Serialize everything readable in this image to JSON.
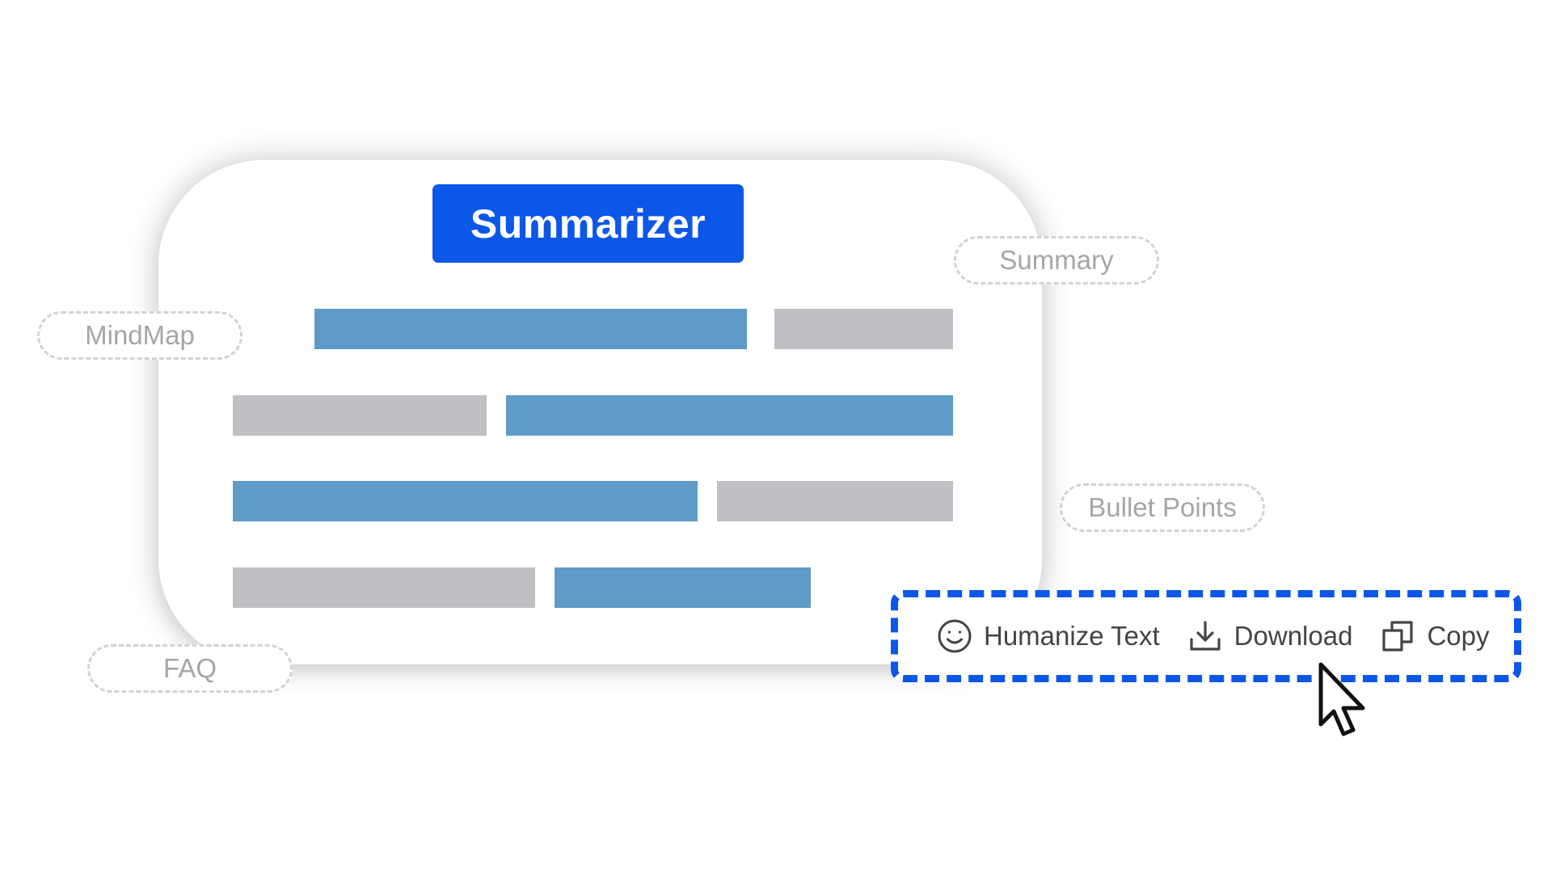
{
  "app": {
    "title": "Summarizer"
  },
  "modes": {
    "summary": "Summary",
    "mindmap": "MindMap",
    "bullet_points": "Bullet Points",
    "faq": "FAQ"
  },
  "actions": {
    "humanize": "Humanize Text",
    "download": "Download",
    "copy": "Copy"
  },
  "icons": {
    "humanize": "smiley-face-icon",
    "download": "download-icon",
    "copy": "copy-icon",
    "cursor": "mouse-pointer-icon"
  },
  "colors": {
    "accent": "#0d57e8",
    "bar_blue": "#5f9bc8",
    "bar_gray": "#bfc0c4",
    "pill_text": "#a6a6a6",
    "action_text": "#444444"
  }
}
